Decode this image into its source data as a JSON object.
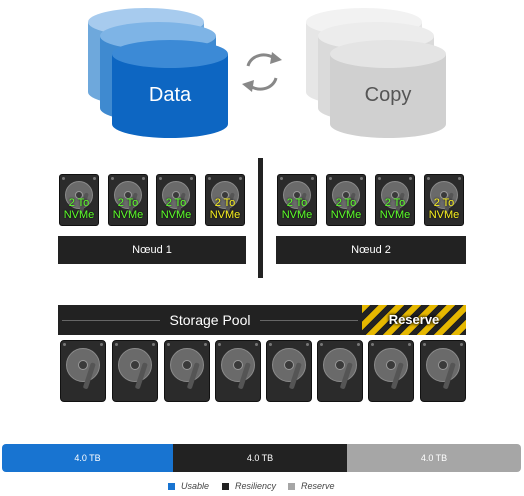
{
  "volumes": {
    "primary_label": "Data",
    "secondary_label": "Copy",
    "sync_icon": "sync-arrows-icon",
    "primary_color": "#0d66c2",
    "secondary_color": "#d9d9d9"
  },
  "nodes": [
    {
      "label": "Nœud 1",
      "disks": [
        {
          "line1": "2 To",
          "line2": "NVMe",
          "color": "green"
        },
        {
          "line1": "2 To",
          "line2": "NVMe",
          "color": "green"
        },
        {
          "line1": "2 To",
          "line2": "NVMe",
          "color": "green"
        },
        {
          "line1": "2 To",
          "line2": "NVMe",
          "color": "yellow"
        }
      ]
    },
    {
      "label": "Nœud 2",
      "disks": [
        {
          "line1": "2 To",
          "line2": "NVMe",
          "color": "green"
        },
        {
          "line1": "2 To",
          "line2": "NVMe",
          "color": "green"
        },
        {
          "line1": "2 To",
          "line2": "NVMe",
          "color": "green"
        },
        {
          "line1": "2 To",
          "line2": "NVMe",
          "color": "yellow"
        }
      ]
    }
  ],
  "pool": {
    "label": "Storage Pool",
    "reserve_label": "Reserve",
    "disk_count": 8
  },
  "capacity": {
    "segments": [
      {
        "label": "4.0 TB",
        "color": "#1874d1"
      },
      {
        "label": "4.0 TB",
        "color": "#222222"
      },
      {
        "label": "4.0 TB",
        "color": "#a6a6a6"
      }
    ],
    "legend": [
      {
        "label": "Usable",
        "color": "#1874d1"
      },
      {
        "label": "Resiliency",
        "color": "#222222"
      },
      {
        "label": "Reserve",
        "color": "#a6a6a6"
      }
    ]
  }
}
